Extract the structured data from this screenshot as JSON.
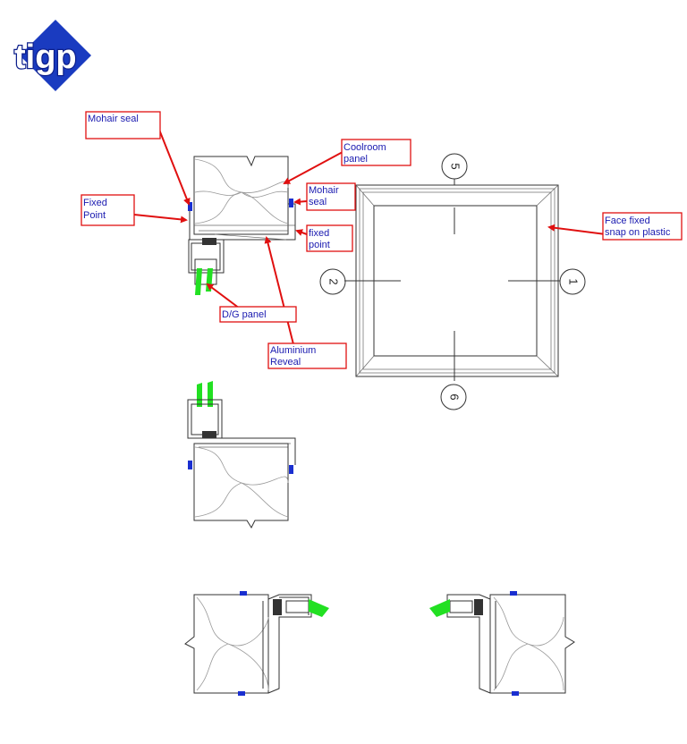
{
  "logo": {
    "text": "tigp"
  },
  "labels": {
    "mohair_seal_left": "Mohair seal",
    "fixed_point_left": [
      "Fixed",
      "Point"
    ],
    "coolroom_panel": [
      "Coolroom",
      "panel"
    ],
    "mohair_seal_right": [
      "Mohair",
      "seal"
    ],
    "fixed_point_right": [
      "fixed",
      "point"
    ],
    "face_fixed": [
      "Face fixed",
      "snap on plastic"
    ],
    "dg_panel": "D/G panel",
    "aluminium_reveal": [
      "Aluminium",
      "Reveal"
    ]
  },
  "elevation_markers": {
    "top": "5",
    "left": "2",
    "right": "1",
    "bottom": "6"
  },
  "colors": {
    "callout": "#e01010",
    "label_text": "#1a1ab0",
    "seal": "#1a2fd0",
    "glass": "#22e022",
    "logo": "#1a3bc0"
  }
}
